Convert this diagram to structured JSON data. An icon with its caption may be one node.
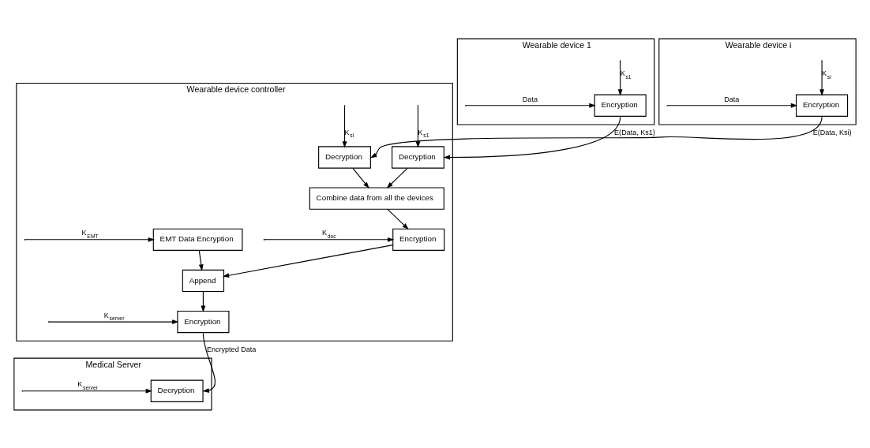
{
  "diagram": {
    "nodes": [
      {
        "text": [
          "Wearable device controller"
        ]
      },
      {
        "text": [
          "Decryption"
        ],
        "in": 0
      },
      {
        "text": [
          "Decryption"
        ],
        "in": 0
      },
      {
        "text": [
          "Combine data from all the devices"
        ],
        "in": 0
      },
      {
        "text": [
          "Encryption"
        ],
        "in": 0
      },
      {
        "text": [
          "Append"
        ],
        "in": 0
      },
      {
        "text": [
          "EMT Data Encryption"
        ],
        "in": 0
      },
      {
        "text": [
          "Encryption"
        ],
        "in": 0
      },
      {
        "text": [
          "Wearable device 1"
        ]
      },
      {
        "text": [
          "Encryption"
        ],
        "in": 8
      },
      {
        "text": [
          "Wearable device i"
        ]
      },
      {
        "text": [
          "Encryption"
        ],
        "in": 10
      },
      {
        "text": [
          "Medical Server"
        ]
      },
      {
        "text": [
          "Decryption"
        ],
        "in": 12
      }
    ],
    "edges": [
      {
        "from": null,
        "to": 1,
        "arrow": "to",
        "label": "K$_{s1}$"
      },
      {
        "from": null,
        "to": 2,
        "arrow": "to",
        "label": "K$_{si}$"
      },
      {
        "from": 1,
        "to": 3,
        "arrow": "to"
      },
      {
        "from": 2,
        "to": 3,
        "arrow": "to"
      },
      {
        "from": 3,
        "to": 4,
        "arrow": "to"
      },
      {
        "from": null,
        "to": 4,
        "arrow": "to",
        "label": "K$_{doc}$"
      },
      {
        "from": 4,
        "to": 5,
        "arrow": "to"
      },
      {
        "from": 6,
        "to": 5,
        "arrow": "to"
      },
      {
        "from": null,
        "to": 6,
        "arrow": "to",
        "label": "K$_{EMT}$"
      },
      {
        "from": 5,
        "to": 7,
        "arrow": "to"
      },
      {
        "from": null,
        "to": 7,
        "arrow": "to",
        "label": "K$_{server}$"
      },
      {
        "from": 7,
        "to": 13,
        "arrow": "to",
        "label": "Encrypted Data"
      },
      {
        "from": null,
        "to": 13,
        "arrow": "to",
        "label": "K$_{server}$"
      },
      {
        "from": null,
        "to": 9,
        "arrow": "to",
        "label": "Data"
      },
      {
        "from": null,
        "to": 9,
        "arrow": "to",
        "label": "K$_{s1}$"
      },
      {
        "from": 9,
        "to": 1,
        "arrow": "to",
        "label": "E(Data, Ks1)"
      },
      {
        "from": null,
        "to": 11,
        "arrow": "to",
        "label": "Data"
      },
      {
        "from": null,
        "to": 11,
        "arrow": "to",
        "label": "K$_{si}$"
      },
      {
        "from": 11,
        "to": 2,
        "arrow": "to",
        "label": "E(Data, Ksi)"
      }
    ]
  }
}
